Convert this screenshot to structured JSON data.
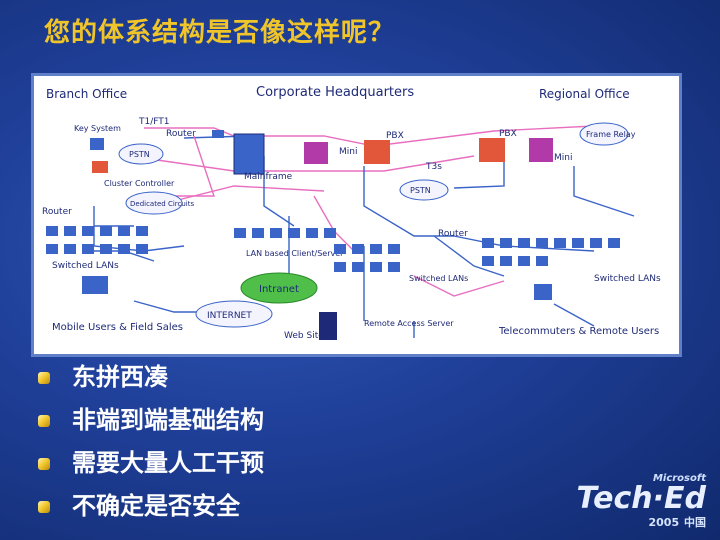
{
  "title": "您的体系结构是否像这样呢？",
  "diagram": {
    "labels": {
      "branch_office": "Branch Office",
      "corporate_hq": "Corporate Headquarters",
      "regional_office": "Regional Office",
      "key_system": "Key System",
      "t1_ft1": "T1/FT1",
      "router_left": "Router",
      "router_center": "Router",
      "router_right": "Router",
      "pbx_center": "PBX",
      "pbx_right": "PBX",
      "frame_relay": "Frame Relay",
      "mini_center": "Mini",
      "mini_right": "Mini",
      "mainframe": "Mainframe",
      "t3s": "T3s",
      "pstn_left": "PSTN",
      "pstn_center": "PSTN",
      "cluster_controller": "Cluster Controller",
      "dedicated_circuits": "Dedicated Circuits",
      "switched_lans_left": "Switched LANs",
      "lan_based": "LAN based Client/Server",
      "switched_lans_center": "Switched LANs",
      "switched_lans_right": "Switched LANs",
      "intranet": "Intranet",
      "internet": "INTERNET",
      "mobile_users": "Mobile Users & Field Sales",
      "web_sites": "Web Sites",
      "remote_access": "Remote Access Server",
      "telecommuters": "Telecommuters & Remote Users"
    }
  },
  "bullets": [
    "东拼西凑",
    "非端到端基础结构",
    "需要大量人工干预",
    "不确定是否安全"
  ],
  "brand": {
    "microsoft": "Microsoft",
    "teched": "Tech·Ed",
    "year": "2005",
    "region": "中国"
  },
  "colors": {
    "title": "#f0c52a",
    "pbx": "#e2573a",
    "mini": "#b23aa8",
    "link_pink": "#e86fc0",
    "link_blue": "#3a64c8",
    "intranet": "#4fbf4a"
  }
}
